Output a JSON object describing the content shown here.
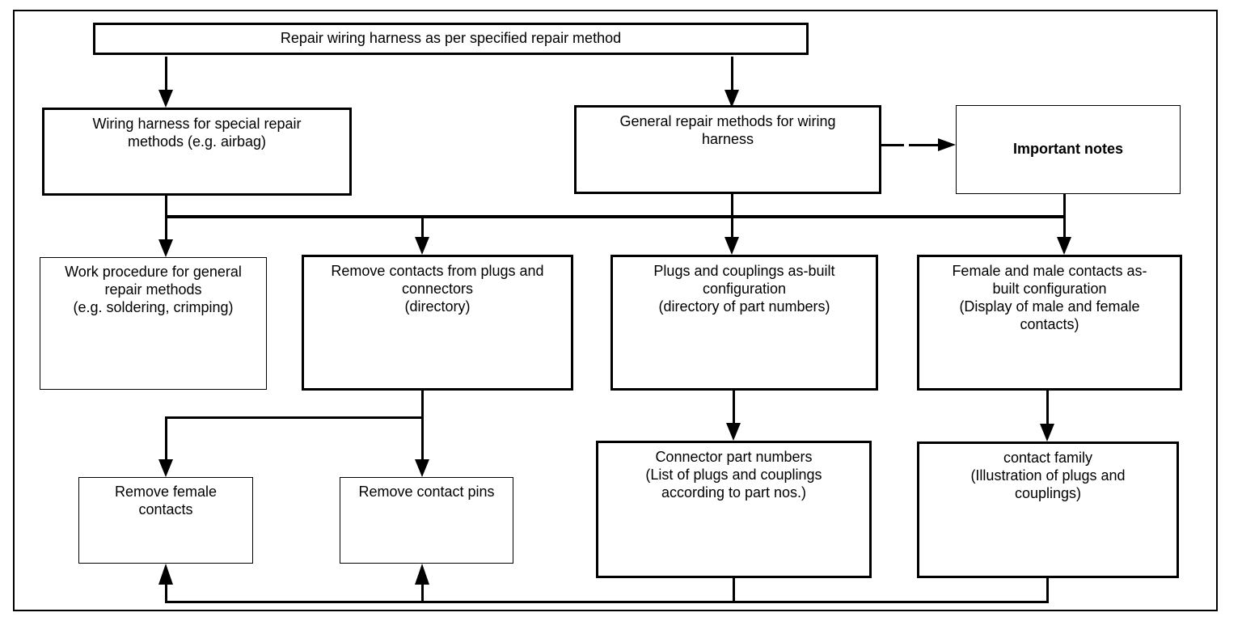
{
  "diagram": {
    "title": "Wiring harness repair method flowchart",
    "background_color": "#ffffff",
    "line_color": "#000000",
    "nodes": {
      "repair_method": {
        "label": "Repair wiring harness as per specified repair method"
      },
      "special_repair": {
        "label": "Wiring harness for special repair\nmethods (e.g. airbag)"
      },
      "general_repair": {
        "label": "General repair methods for wiring\nharness"
      },
      "important_notes": {
        "label": "Important notes"
      },
      "work_procedure": {
        "label": "Work procedure for general\nrepair methods\n(e.g. soldering, crimping)"
      },
      "remove_contacts": {
        "label": "Remove contacts from plugs and\nconnectors\n(directory)"
      },
      "plugs_couplings": {
        "label": "Plugs and couplings as-built\nconfiguration\n(directory of part numbers)"
      },
      "female_male_contacts": {
        "label": "Female and male contacts as-\nbuilt configuration\n(Display of male and female\ncontacts)"
      },
      "remove_female": {
        "label": "Remove female\ncontacts"
      },
      "remove_pins": {
        "label": "Remove contact pins"
      },
      "connector_part_numbers": {
        "label": "Connector part numbers\n(List of plugs and couplings\naccording to part nos.)"
      },
      "contact_family": {
        "label": "contact family\n(Illustration of plugs and\ncouplings)"
      }
    }
  }
}
